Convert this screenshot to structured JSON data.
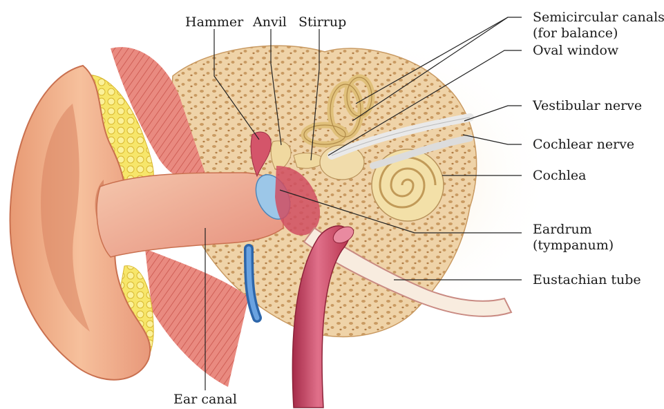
{
  "labels": {
    "hammer": "Hammer",
    "anvil": "Anvil",
    "stirrup": "Stirrup",
    "semicircular_1": "Semicircular canals",
    "semicircular_2": "(for balance)",
    "oval_window": "Oval window",
    "vestibular_nerve": "Vestibular nerve",
    "cochlear_nerve": "Cochlear nerve",
    "cochlea": "Cochlea",
    "eardrum_1": "Eardrum",
    "eardrum_2": "(tympanum)",
    "eustachian_tube": "Eustachian tube",
    "ear_canal": "Ear canal"
  },
  "colors": {
    "skin": "#f0b08a",
    "skin_shadow": "#d98360",
    "bone": "#efd3a8",
    "bone_pore": "#c99a62",
    "fat": "#f6e25a",
    "muscle": "#e7837a",
    "canal": "#f2b49a",
    "artery": "#c8415d",
    "vein": "#4a86c8",
    "cochlea": "#f3e0a8",
    "leader": "#222222"
  }
}
